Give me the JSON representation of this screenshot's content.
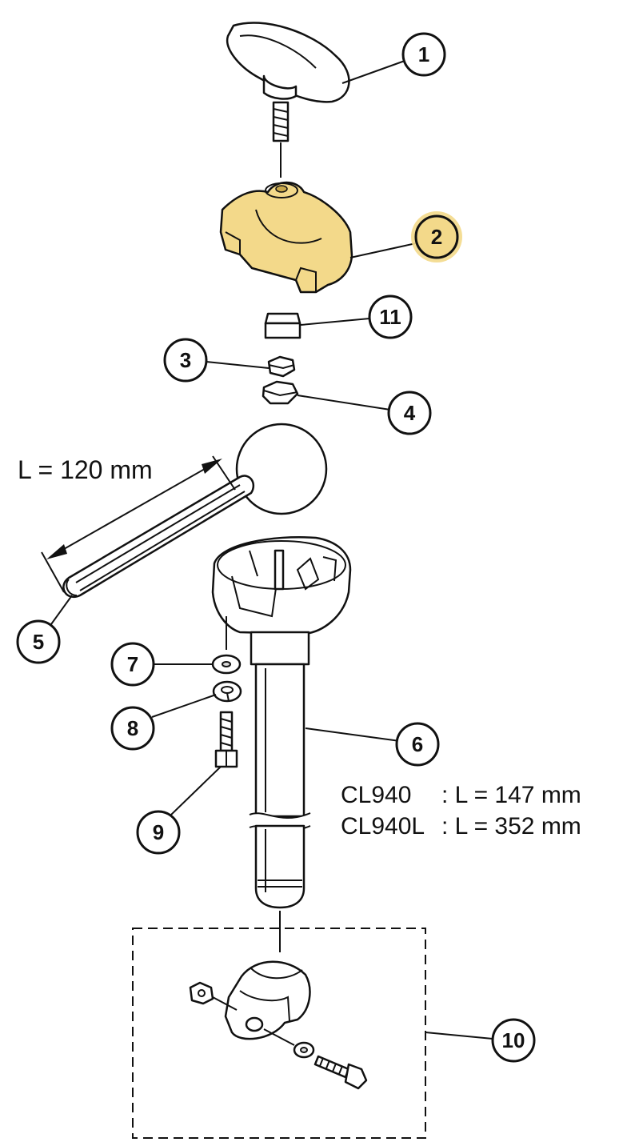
{
  "callouts": [
    {
      "num": "1"
    },
    {
      "num": "2",
      "highlighted": true
    },
    {
      "num": "11"
    },
    {
      "num": "3"
    },
    {
      "num": "4"
    },
    {
      "num": "5"
    },
    {
      "num": "6"
    },
    {
      "num": "7"
    },
    {
      "num": "8"
    },
    {
      "num": "9"
    },
    {
      "num": "10"
    }
  ],
  "dimension_label": "L = 120 mm",
  "specs": [
    {
      "model": "CL940",
      "value": ": L = 147 mm"
    },
    {
      "model": "CL940L",
      "value": ": L = 352 mm"
    }
  ],
  "colors": {
    "highlight": "#f3d98a",
    "line": "#111111"
  }
}
